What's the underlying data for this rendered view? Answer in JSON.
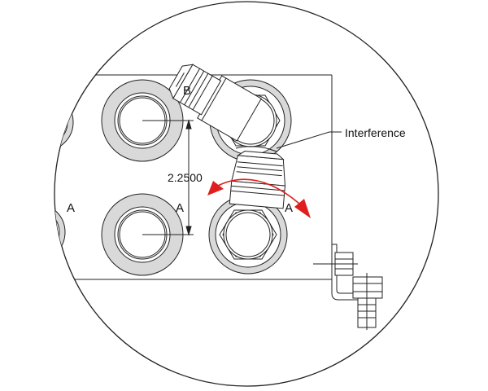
{
  "labels": {
    "port_b": "B",
    "port_a_left": "A",
    "port_a_center": "A",
    "port_a_right": "A",
    "dimension": "2.2500",
    "callout": "Interference"
  },
  "colors": {
    "line": "#222222",
    "shade": "#d9d9d9",
    "arrow": "#e01e1e"
  },
  "icons": {
    "rotation_arrow": "red-curved-double-arrow",
    "bracket": "mounting-bracket-with-bolt"
  }
}
